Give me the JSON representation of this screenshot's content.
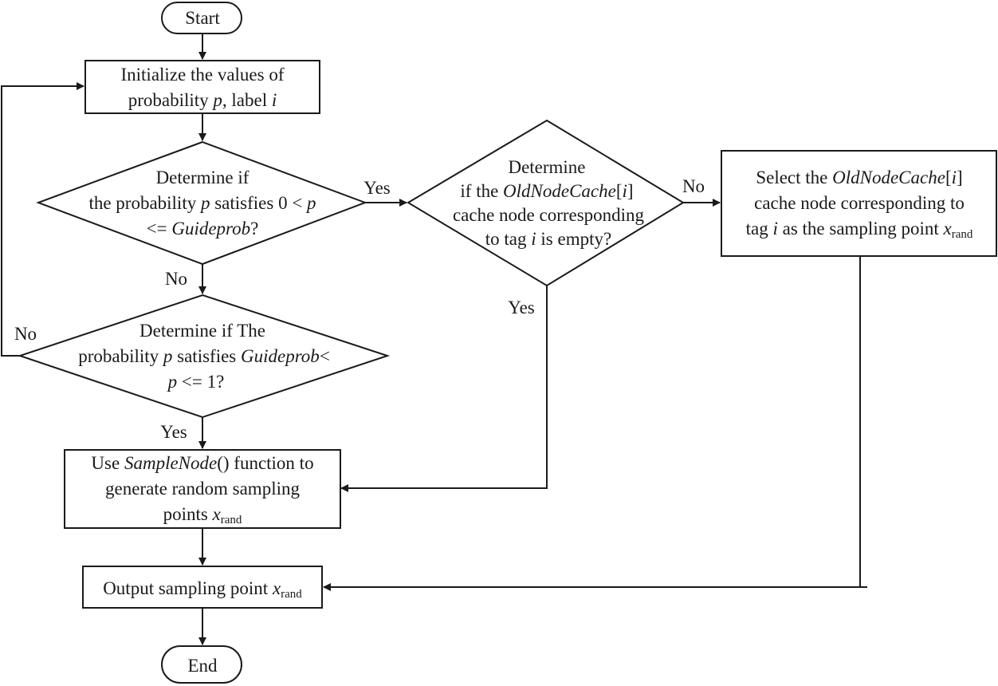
{
  "nodes": {
    "start": {
      "label": "Start"
    },
    "init": {
      "line1": "Initialize the values of",
      "line2_a": "probability ",
      "line2_p": "p",
      "line2_b": ", label ",
      "line2_i": "i"
    },
    "decision1": {
      "line1": "Determine if",
      "line2_a": "the probability ",
      "line2_p": "p",
      "line2_b": " satisfies 0 < ",
      "line2_p2": "p",
      "line3_a": "<= ",
      "line3_g": "Guideprob",
      "line3_b": "?"
    },
    "decision2": {
      "line1": "Determine if The",
      "line2_a": "probability ",
      "line2_p": "p",
      "line2_b": " satisfies ",
      "line2_g": "Guideprob",
      "line2_c": "<",
      "line3_p": "p",
      "line3_b": " <= 1?"
    },
    "decision3": {
      "line1": "Determine",
      "line2_a": "if the ",
      "line2_o": "OldNodeCache",
      "line2_b": "[",
      "line2_i": "i",
      "line2_c": "]",
      "line3": "cache node corresponding",
      "line4_a": "to tag ",
      "line4_i": "i",
      "line4_b": " is empty?"
    },
    "select": {
      "line1_a": "Select the ",
      "line1_o": "OldNodeCache",
      "line1_b": "[",
      "line1_i": "i",
      "line1_c": "]",
      "line2": "cache node corresponding to",
      "line3_a": "tag ",
      "line3_i": "i",
      "line3_b": " as the sampling point ",
      "line3_x": "x",
      "line3_sub": "rand"
    },
    "sample": {
      "line1_a": "Use ",
      "line1_s": "SampleNode",
      "line1_b": "() function to",
      "line2": "generate random sampling",
      "line3_a": "points ",
      "line3_x": "x",
      "line3_sub": "rand"
    },
    "output": {
      "line1_a": "Output sampling point ",
      "line1_x": "x",
      "line1_sub": "rand"
    },
    "end": {
      "label": "End"
    }
  },
  "edge_labels": {
    "d1_yes": "Yes",
    "d1_no": "No",
    "d2_no": "No",
    "d2_yes": "Yes",
    "d3_no": "No",
    "d3_yes": "Yes"
  }
}
